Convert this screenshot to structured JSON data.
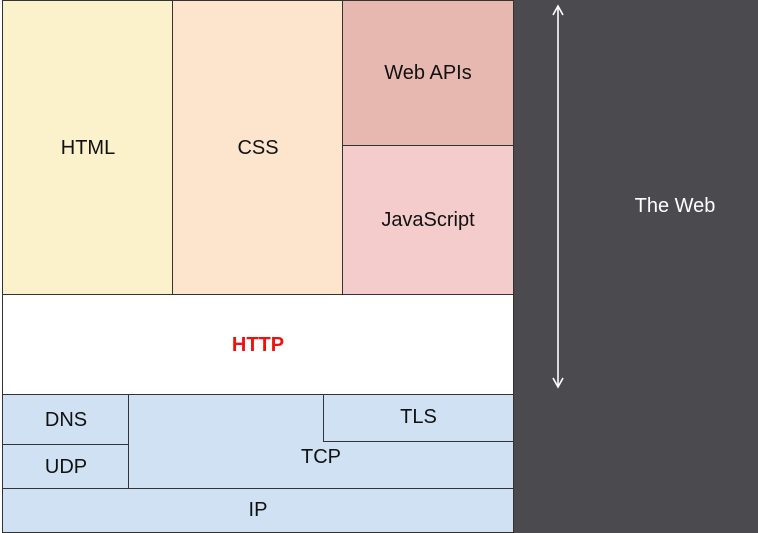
{
  "diagram": {
    "html_label": "HTML",
    "css_label": "CSS",
    "web_apis_label": "Web APIs",
    "javascript_label": "JavaScript",
    "http_label": "HTTP",
    "dns_label": "DNS",
    "udp_label": "UDP",
    "tcp_label": "TCP",
    "tls_label": "TLS",
    "ip_label": "IP",
    "side_label": "The Web"
  },
  "colors": {
    "html": "#fbf1cb",
    "css": "#fce4cd",
    "web_apis": "#e6b8af",
    "javascript": "#f4cccc",
    "http": "#ffffff",
    "network": "#cfe1f2",
    "http_text": "#ee1111",
    "background": "#4b4b4f"
  }
}
